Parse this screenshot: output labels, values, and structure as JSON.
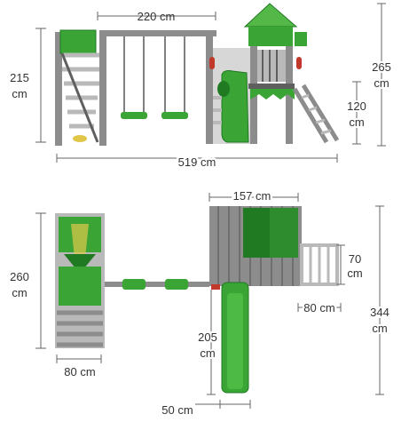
{
  "colors": {
    "green": "#3aa535",
    "green_dark": "#1f7a22",
    "green_roof": "#54b848",
    "wood": "#8c8c8c",
    "wood_light": "#b9b9b9",
    "wood_dark": "#5f5f5f",
    "dimension_line": "#666666",
    "dimension_text": "#333333",
    "red_handle": "#c0392b",
    "yellow_seat": "#e0c74a"
  },
  "side_view": {
    "swing_width": "220 cm",
    "height_left_value": "215",
    "height_left_unit": "cm",
    "height_right_value": "265",
    "height_right_unit": "cm",
    "platform_height_value": "120",
    "platform_height_unit": "cm",
    "total_length": "519 cm"
  },
  "top_view": {
    "tower_width": "157 cm",
    "depth_left_value": "260",
    "depth_left_unit": "cm",
    "ladder_length_value": "70",
    "ladder_length_unit": "cm",
    "ladder_width": "80 cm",
    "total_depth_value": "344",
    "total_depth_unit": "cm",
    "slide_length_value": "205",
    "slide_length_unit": "cm",
    "left_width": "80 cm",
    "slide_width": "50 cm"
  }
}
